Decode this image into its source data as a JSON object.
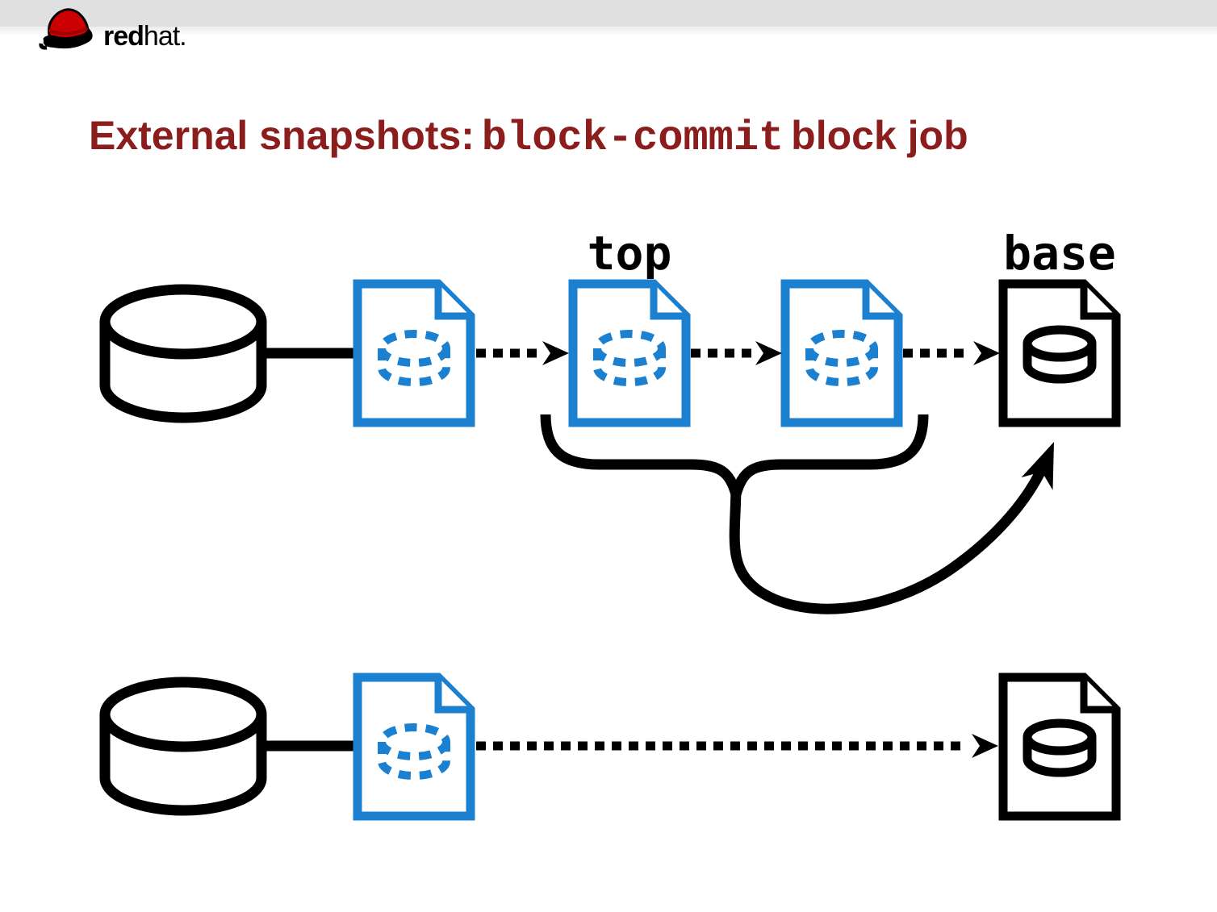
{
  "header": {
    "logo": {
      "icon": "redhat-fedora-icon",
      "brand_bold": "red",
      "brand_light": "hat."
    }
  },
  "title": {
    "sans_lead": "External snapshots:",
    "mono": "block-commit",
    "sans_tail": "block job"
  },
  "diagram": {
    "label_top": "top",
    "label_base": "base",
    "rows": [
      {
        "name": "chain-before-commit",
        "icons": [
          "disk-cylinder-icon",
          "overlay-file-icon",
          "overlay-file-icon",
          "overlay-file-icon",
          "base-image-file-icon"
        ],
        "connectors": [
          "solid-line",
          "dotted-arrow",
          "dotted-arrow",
          "dotted-arrow"
        ],
        "annotation": "brace-merge-arrow-into-base"
      },
      {
        "name": "chain-after-commit",
        "icons": [
          "disk-cylinder-icon",
          "overlay-file-icon",
          "base-image-file-icon"
        ],
        "connectors": [
          "solid-line",
          "long-dotted-arrow"
        ]
      }
    ]
  },
  "colors": {
    "accent_blue": "#1b80d0",
    "title_red": "#8b1d1d",
    "logo_red": "#cc0000",
    "ink_black": "#000000",
    "band_gray": "#e0e0e0"
  }
}
